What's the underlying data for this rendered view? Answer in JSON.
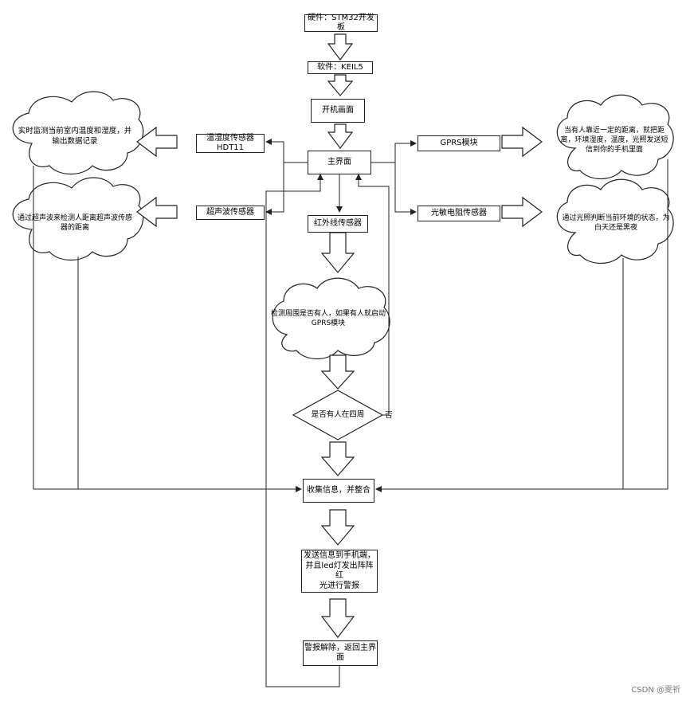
{
  "nodes": {
    "hardware": "硬件：STM32开发板",
    "software": "软件：KEIL5",
    "boot": "开机画面",
    "main": "主界面",
    "temp_sensor": "温湿度传感器\nHDT11",
    "ultrasonic": "超声波传感器",
    "infrared": "红外线传感器",
    "gprs": "GPRS模块",
    "photo": "光敏电阻传感器",
    "decision": "是否有人在四周",
    "collect": "收集信息，并整合",
    "send": "发送信息到手机端，\n并且led灯发出阵阵红\n光进行警报",
    "clear": "警报解除，返回主界\n面"
  },
  "clouds": {
    "temp": "实时监测当前室内温度和湿度，并\n输出数据记录",
    "ultrasonic": "通过超声波来检测人距离超声波传感\n器的距离",
    "gprs": "当有人靠近一定的距离，就把距\n离，环境湿度，温度，光照发送短\n信到你的手机里面",
    "photo": "通过光照判断当前环境的状态，为\n白天还是黑夜",
    "infrared": "检测周围是否有人，如果有人就启动\nGPRS模块"
  },
  "edge_labels": {
    "no": "否"
  },
  "watermark": "CSDN @雯祈"
}
